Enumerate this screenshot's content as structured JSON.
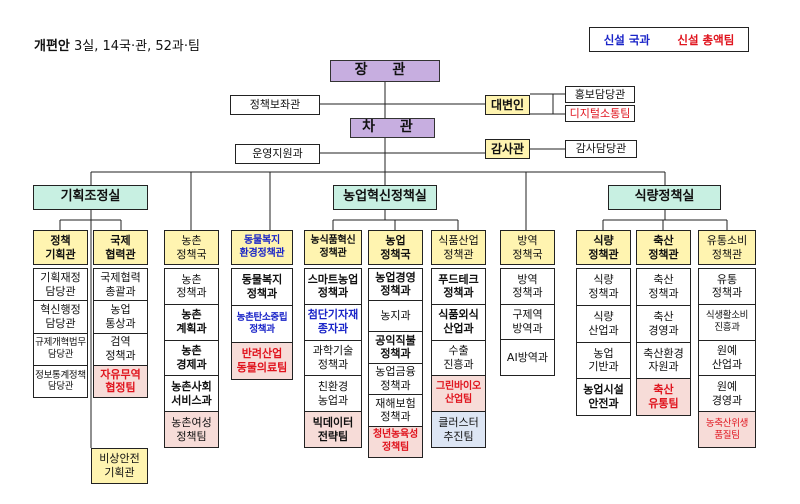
{
  "title": {
    "main": "개편안",
    "sub": " 3실, 14국·관, 52과·팀"
  },
  "legend": {
    "new_bureau": "신설 국과",
    "new_team": "신설 총액팀"
  },
  "top": {
    "minister": "장  관",
    "policy_advisor": "정책보좌관",
    "spokesperson": "대변인",
    "pr_officer": "홍보담당관",
    "digital_team": "디지털소통팀",
    "vice_minister": "차  관",
    "ops_support": "운영지원과",
    "audit": "감사관",
    "audit_officer": "감사담당관"
  },
  "offices": {
    "planning": "기획조정실",
    "innovation": "농업혁신정책실",
    "food": "식량정책실"
  },
  "planning_cols": [
    {
      "head": [
        "정책",
        "기획관"
      ],
      "cells": [
        [
          "기획재정",
          "담당관"
        ],
        [
          "혁신행정",
          "담당관"
        ],
        [
          "규제개혁법무",
          "담당관"
        ],
        [
          "정보통계정책",
          "담당관"
        ]
      ]
    },
    {
      "head": [
        "국제",
        "협력관"
      ],
      "cells": [
        [
          "국제협력",
          "총괄과"
        ],
        [
          "농업",
          "통상과"
        ],
        [
          "검역",
          "정책과"
        ],
        [
          "자유무역",
          "협정팀"
        ]
      ]
    }
  ],
  "emergency": [
    "비상안전",
    "기획관"
  ],
  "independent_cols": [
    {
      "head": [
        "농촌",
        "정책국"
      ],
      "cells": [
        [
          "농촌",
          "정책과"
        ],
        [
          "농촌",
          "계획과"
        ],
        [
          "농촌",
          "경제과"
        ],
        [
          "농촌사회",
          "서비스과"
        ],
        [
          "농촌여성",
          "정책팀"
        ]
      ]
    },
    {
      "head": [
        "동물복지",
        "환경정책관"
      ],
      "cells": [
        [
          "동물복지",
          "정책과"
        ],
        [
          "농촌탄소중립",
          "정책과"
        ],
        [
          "반려산업",
          "동물의료팀"
        ]
      ]
    }
  ],
  "innovation_cols": [
    {
      "head": [
        "농식품혁신",
        "정책관"
      ],
      "cells": [
        [
          "스마트농업",
          "정책과"
        ],
        [
          "첨단기자재",
          "종자과"
        ],
        [
          "과학기술",
          "정책과"
        ],
        [
          "친환경",
          "농업과"
        ],
        [
          "빅데이터",
          "전략팀"
        ]
      ]
    },
    {
      "head": [
        "농업",
        "정책국"
      ],
      "cells": [
        [
          "농업경영",
          "정책과"
        ],
        [
          "농지과"
        ],
        [
          "공익직불",
          "정책과"
        ],
        [
          "농업금융",
          "정책과"
        ],
        [
          "재해보험",
          "정책과"
        ],
        [
          "청년농육성",
          "정책팀"
        ]
      ]
    },
    {
      "head": [
        "식품산업",
        "정책관"
      ],
      "cells": [
        [
          "푸드테크",
          "정책과"
        ],
        [
          "식품외식",
          "산업과"
        ],
        [
          "수출",
          "진흥과"
        ],
        [
          "그린바이오",
          "산업팀"
        ],
        [
          "클러스터",
          "추진팀"
        ]
      ]
    }
  ],
  "quarantine_col": {
    "head": [
      "방역",
      "정책국"
    ],
    "cells": [
      [
        "방역",
        "정책과"
      ],
      [
        "구제역",
        "방역과"
      ],
      [
        "AI방역과"
      ]
    ]
  },
  "food_cols": [
    {
      "head": [
        "식량",
        "정책관"
      ],
      "cells": [
        [
          "식량",
          "정책과"
        ],
        [
          "식량",
          "산업과"
        ],
        [
          "농업",
          "기반과"
        ],
        [
          "농업시설",
          "안전과"
        ]
      ]
    },
    {
      "head": [
        "축산",
        "정책관"
      ],
      "cells": [
        [
          "축산",
          "정책과"
        ],
        [
          "축산",
          "경영과"
        ],
        [
          "축산환경",
          "자원과"
        ],
        [
          "축산",
          "유통팀"
        ]
      ]
    },
    {
      "head": [
        "유통소비",
        "정책관"
      ],
      "cells": [
        [
          "유통",
          "정책과"
        ],
        [
          "식생활소비",
          "진흥과"
        ],
        [
          "원예",
          "산업과"
        ],
        [
          "원예",
          "경영과"
        ],
        [
          "농축산위생",
          "품질팀"
        ]
      ]
    }
  ]
}
